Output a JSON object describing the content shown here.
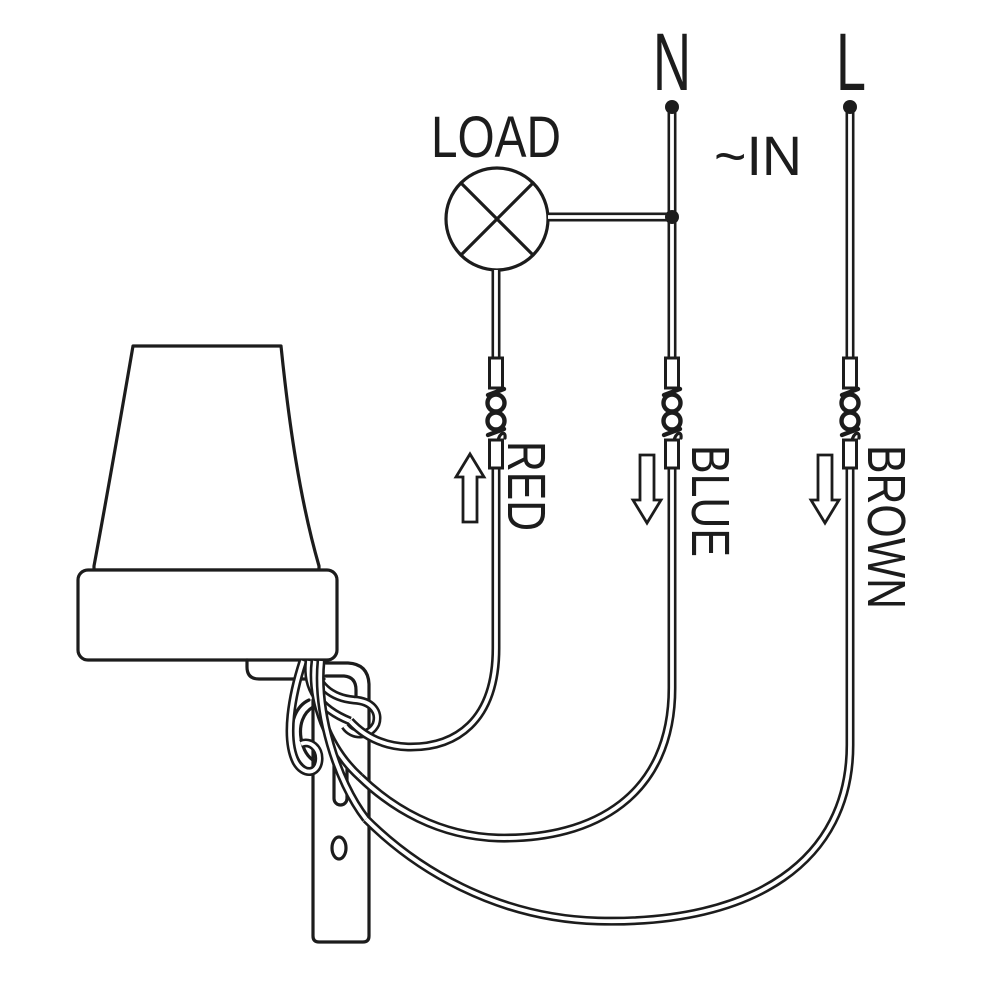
{
  "diagram": {
    "kind": "photocell-sensor-wiring-diagram",
    "labels": {
      "load": "LOAD",
      "neutral_terminal": "N",
      "line_terminal": "L",
      "ac_input": "~IN"
    },
    "wires": [
      {
        "label": "RED",
        "arrow_direction": "up"
      },
      {
        "label": "BLUE",
        "arrow_direction": "down"
      },
      {
        "label": "BROWN",
        "arrow_direction": "down"
      }
    ],
    "icons": {
      "lamp": "load-lamp-symbol",
      "splice": "twisted-wire-splice",
      "junction": "connection-dot",
      "device": "photocell-sensor-outline",
      "bracket": "mounting-bracket"
    },
    "colors": {
      "line": "#1c1c1c",
      "background": "#ffffff"
    }
  }
}
